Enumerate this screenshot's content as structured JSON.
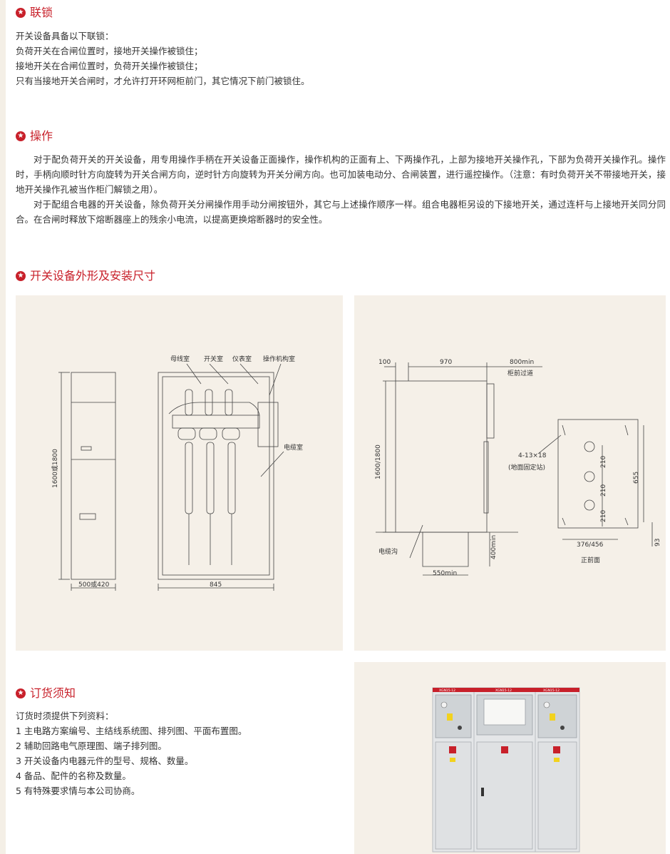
{
  "sections": {
    "interlock": {
      "title": "联锁",
      "lines": [
        "开关设备具备以下联锁：",
        "负荷开关在合闸位置时，接地开关操作被锁住；",
        "接地开关在合闸位置时，负荷开关操作被锁住；",
        "只有当接地开关合闸时，才允许打开环网柜前门，其它情况下前门被锁住。"
      ]
    },
    "operation": {
      "title": "操作",
      "paragraphs": [
        "对于配负荷开关的开关设备，用专用操作手柄在开关设备正面操作，操作机构的正面有上、下两操作孔，上部为接地开关操作孔，下部为负荷开关操作孔。操作时，手柄向顺时针方向旋转为开关合闸方向，逆时针方向旋转为开关分闸方向。也可加装电动分、合闸装置，进行遥控操作。（注意：有时负荷开关不带接地开关，接地开关操作孔被当作柜门解锁之用）。",
        "对于配组合电器的开关设备，除负荷开关分闸操作用手动分闸按钮外，其它与上述操作顺序一样。组合电器柜另设的下接地开关，通过连杆与上接地开关同分同合。在合闸时释放下熔断器座上的残余小电流，以提高更换熔断器时的安全性。"
      ]
    },
    "dimensions": {
      "title": "开关设备外形及安装尺寸"
    },
    "ordering": {
      "title": "订货须知",
      "lines": [
        "订货时须提供下列资料：",
        "1 主电路方案编号、主结线系统图、排列图、平面布置图。",
        "2 辅助回路电气原理图、端子排列图。",
        "3 开关设备内电器元件的型号、规格、数量。",
        "4 备品、配件的名称及数量。",
        "5 有特殊要求情与本公司协商。"
      ]
    }
  },
  "drawing_left": {
    "labels": {
      "busbar": "母线室",
      "switch": "开关室",
      "instrument": "仪表室",
      "mechanism": "操作机构室",
      "cable": "电缆室",
      "height": "1600或1800",
      "depth": "500或420",
      "width": "845"
    }
  },
  "drawing_right": {
    "labels": {
      "d100": "100",
      "d970": "970",
      "d800": "800min",
      "front_aisle": "柜前过道",
      "height": "1600/1800",
      "trench": "电缆沟",
      "d400": "400min",
      "d550": "550min",
      "holes": "4-13×18",
      "holes_note": "(地面固定站)",
      "d210a": "210",
      "d210b": "210",
      "d210c": "210",
      "d655": "655",
      "d376": "376/456",
      "d93": "93",
      "front_face": "正前面"
    }
  },
  "photo": {
    "cabinet_labels": [
      "XGN15-12",
      "XGN15-12",
      "XGN15-12"
    ]
  },
  "colors": {
    "accent": "#c8202a",
    "panel_bg": "#f5f0e8"
  }
}
